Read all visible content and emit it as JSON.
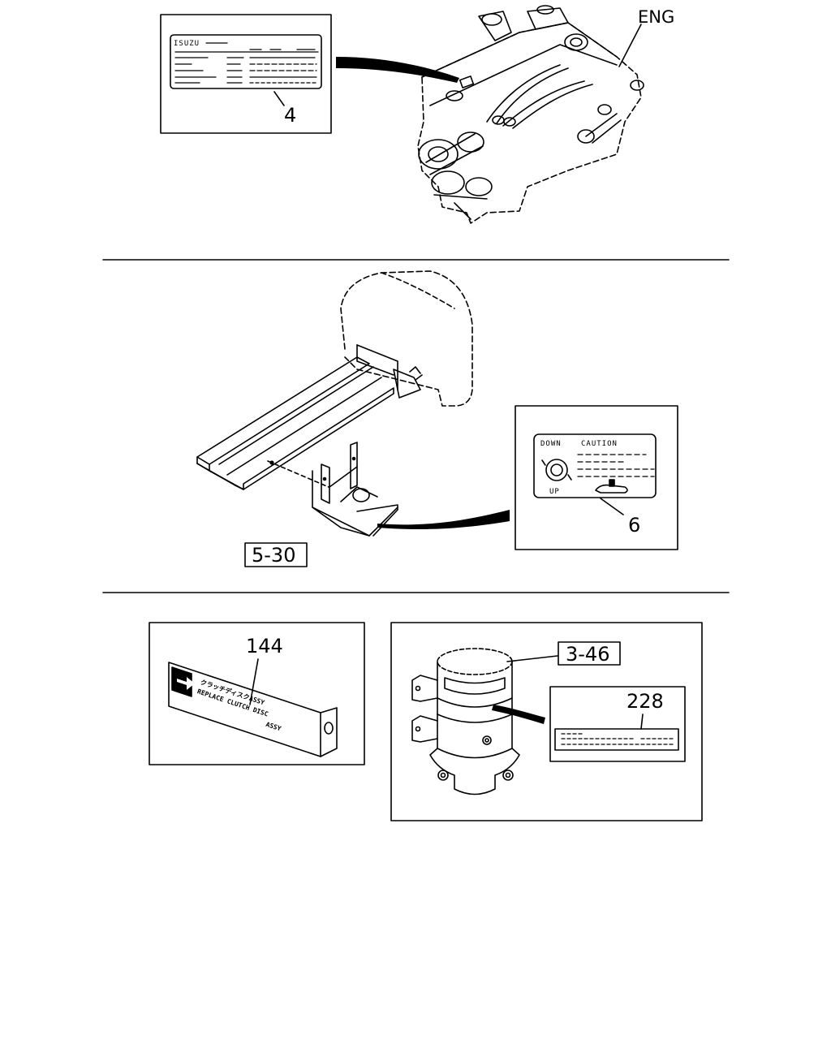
{
  "callouts": {
    "engine_label_part": "4",
    "engine_ref": "ENG",
    "cab_tilt_ref": "5-30",
    "cab_tilt_label_part": "6",
    "clutch_label_part": "144",
    "unit_ref": "3-46",
    "unit_label_part": "228"
  },
  "label_texts": {
    "engine_brand": "ISUZU",
    "caution_down": "DOWN",
    "caution_title": "CAUTION",
    "caution_up": "UP",
    "clutch_line1": "クラッチディスクASSY",
    "clutch_line2": "REPLACE CLUTCH DISC",
    "clutch_assy": "ASSY"
  }
}
